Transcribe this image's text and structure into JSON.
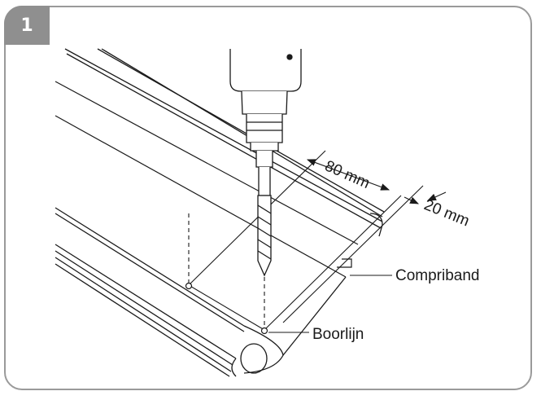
{
  "step": {
    "number": "1"
  },
  "dimensions": {
    "hole_spacing": "80 mm",
    "edge_distance": "20 mm"
  },
  "callouts": {
    "compriband": "Compriband",
    "drill_line": "Boorlijn"
  },
  "colors": {
    "frame": "#9a9a9a",
    "badge": "#8f8f8f",
    "line": "#1a1a1a"
  }
}
